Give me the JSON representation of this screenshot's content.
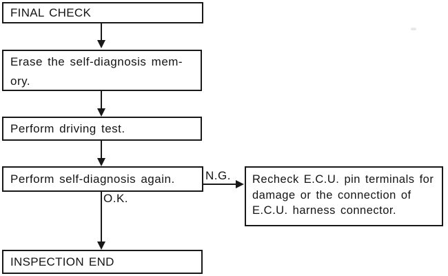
{
  "diagram": {
    "type": "flowchart",
    "background_color": "#ffffff",
    "line_color": "#181818",
    "nodes": {
      "final_check": {
        "label": "FINAL CHECK"
      },
      "erase_memory": {
        "lines": [
          "Erase the self-diagnosis mem-",
          "ory."
        ]
      },
      "driving_test": {
        "label": "Perform driving test."
      },
      "self_diagnosis": {
        "label": "Perform self-diagnosis again."
      },
      "recheck_ecu": {
        "lines": [
          "Recheck E.C.U. pin terminals for",
          "damage or the connection of",
          "E.C.U. harness connector."
        ]
      },
      "inspection_end": {
        "label": "INSPECTION END"
      }
    },
    "edge_labels": {
      "ng": "N.G.",
      "ok": "O.K."
    }
  }
}
